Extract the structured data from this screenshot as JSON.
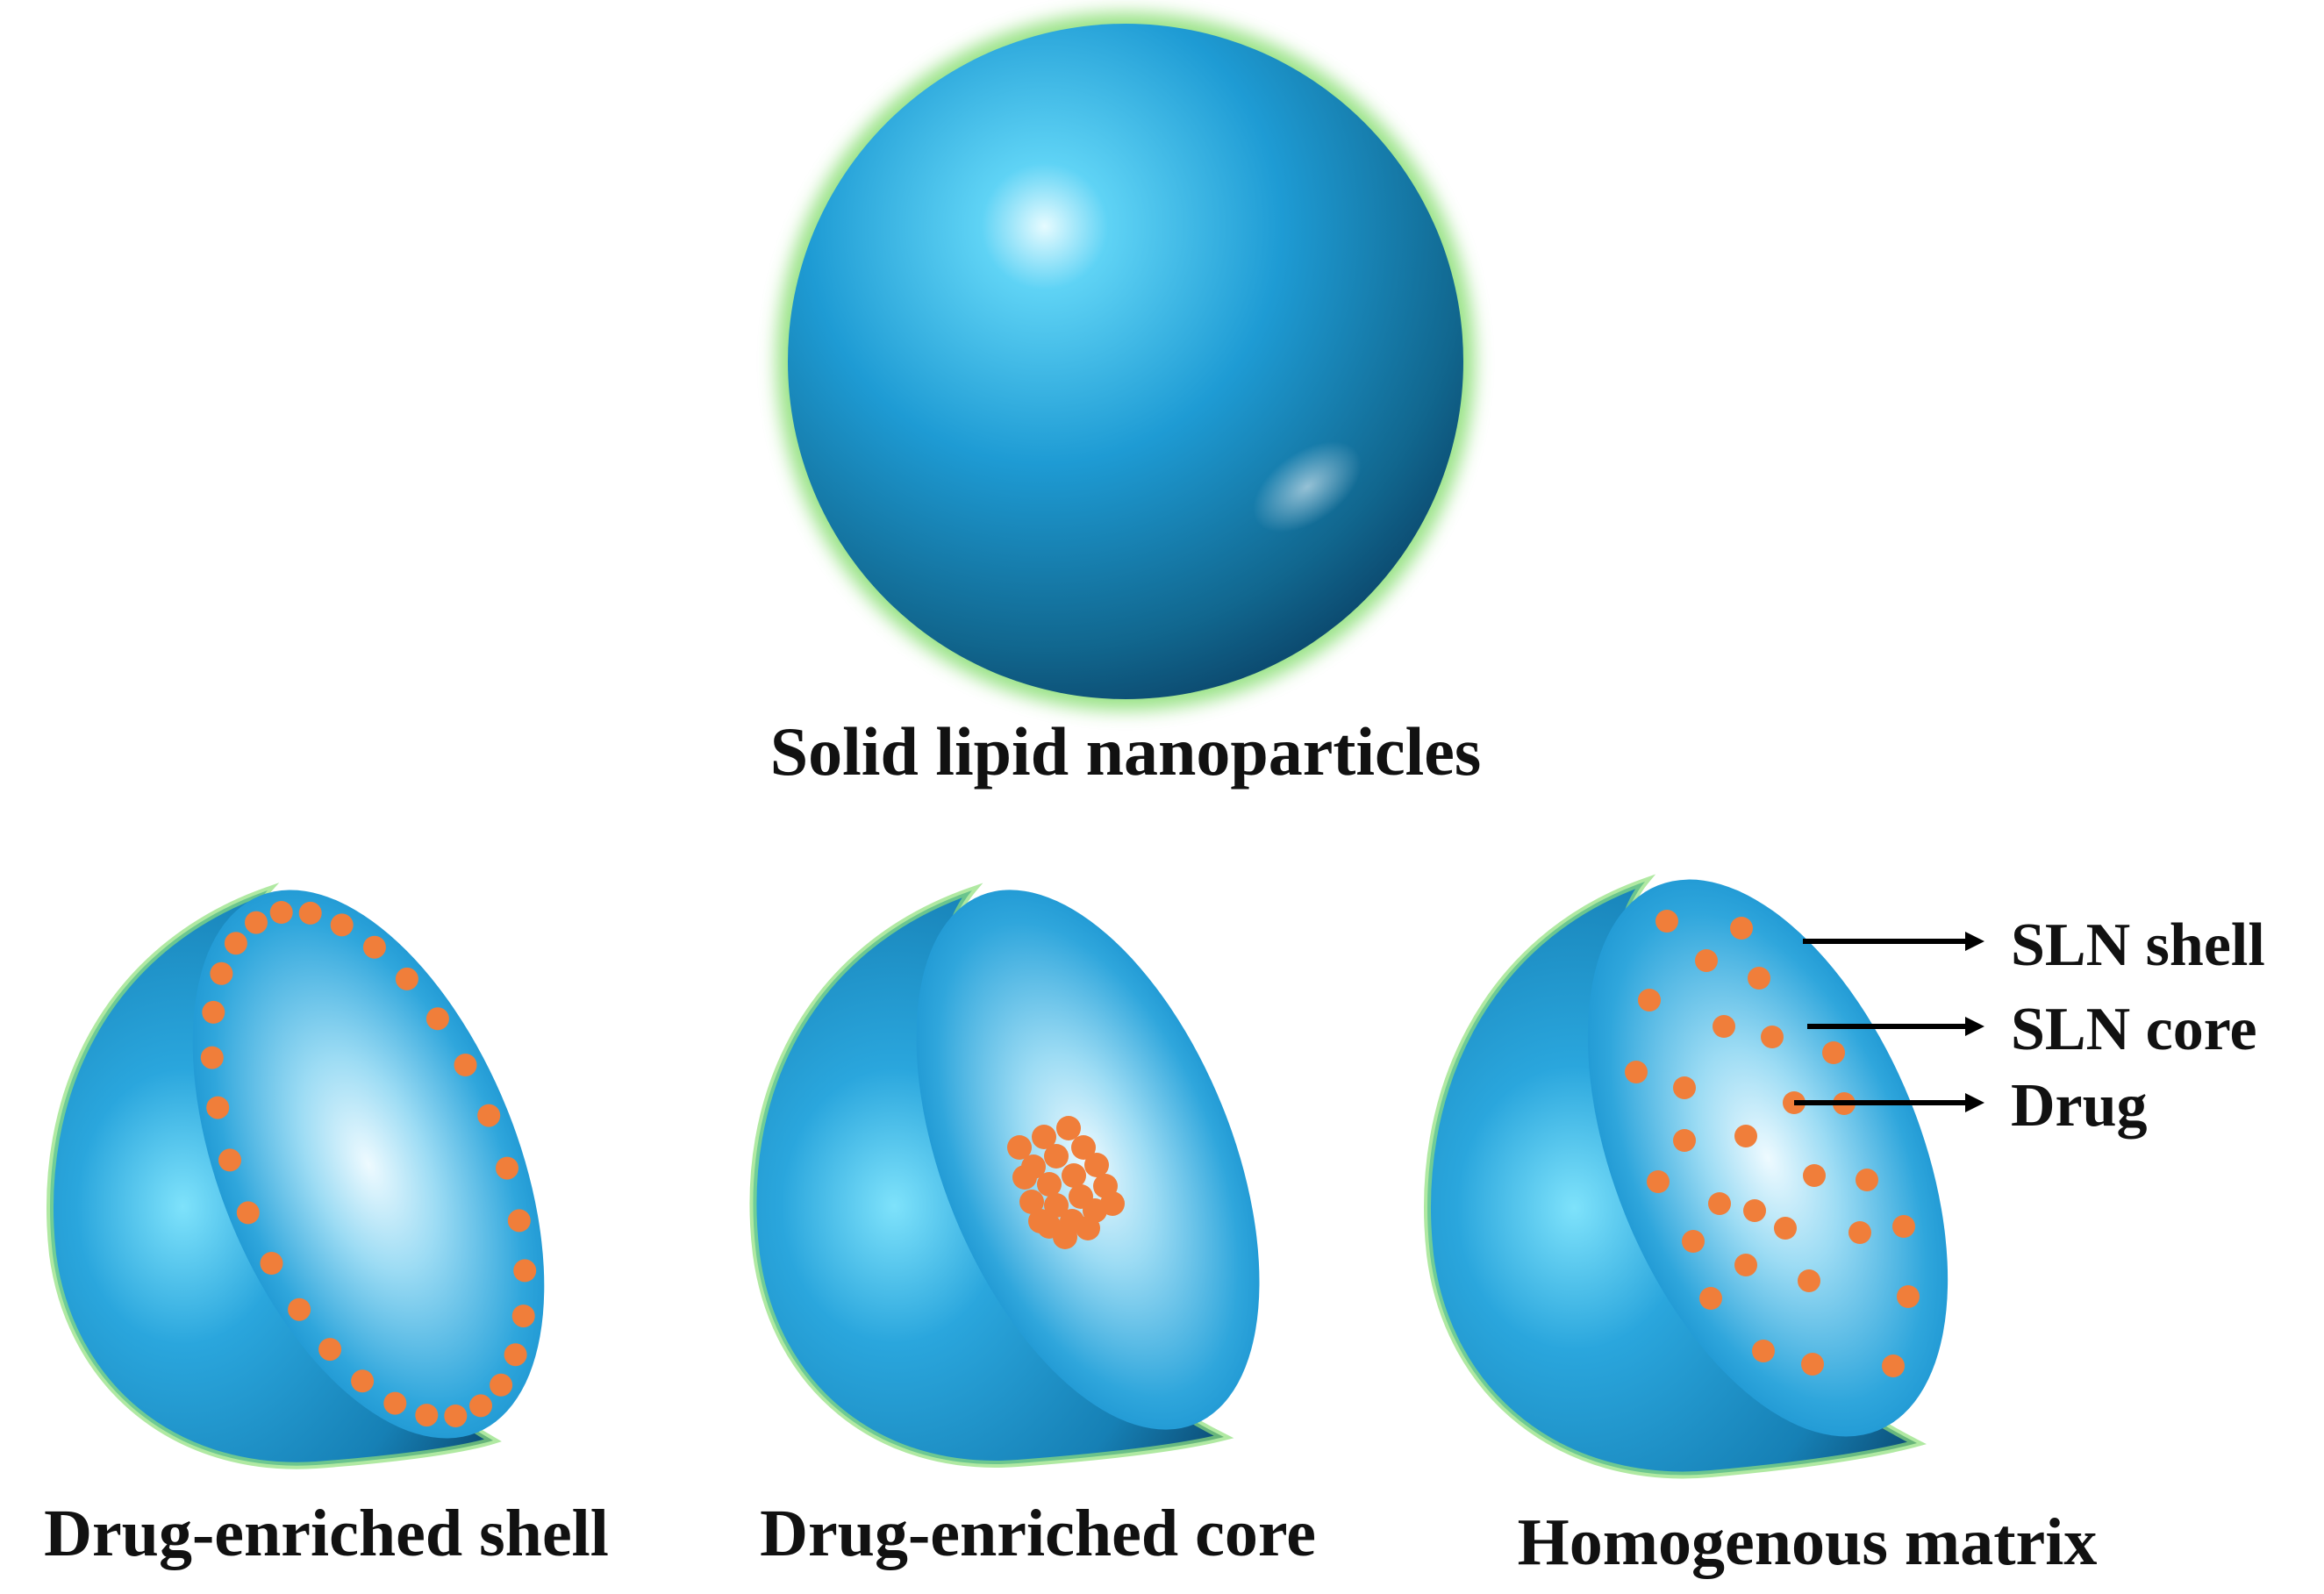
{
  "title": "Solid lipid nanoparticles",
  "colors": {
    "sphere_light": "#5fd3f5",
    "sphere_mid": "#1e9bd4",
    "sphere_dark": "#0c4f78",
    "glow": "#8fe07a",
    "drug": "#f07e3a",
    "cut_face_center": "#dff5fd",
    "cut_face_edge": "#1a9ad6",
    "text": "#111111"
  },
  "panels": [
    {
      "id": "shell",
      "label": "Drug-enriched shell"
    },
    {
      "id": "core",
      "label": "Drug-enriched core"
    },
    {
      "id": "matrix",
      "label": "Homogenous matrix"
    }
  ],
  "legend": [
    {
      "id": "shell",
      "label": "SLN shell"
    },
    {
      "id": "core",
      "label": "SLN core"
    },
    {
      "id": "drug",
      "label": "Drug"
    }
  ]
}
